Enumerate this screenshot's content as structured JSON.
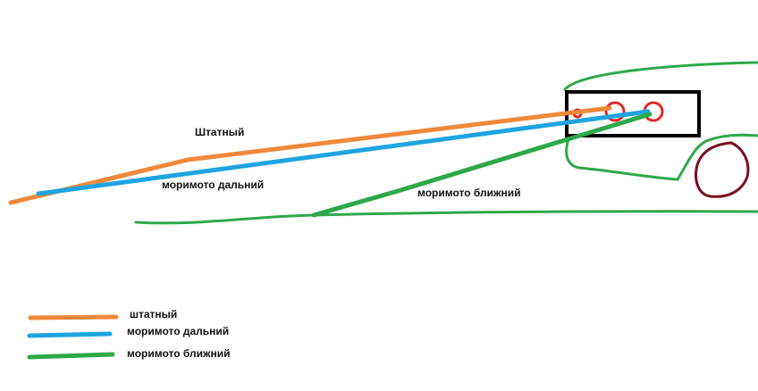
{
  "labels": {
    "stock_beam": "Штатный",
    "far_beam": "моримото дальний",
    "near_beam": "моримото ближний"
  },
  "legend": [
    {
      "label": "штатный",
      "color": "#f0883a"
    },
    {
      "label": "моримото дальний",
      "color": "#1ea4e0"
    },
    {
      "label": "моримото ближний",
      "color": "#2ea84a"
    }
  ],
  "colors": {
    "stock": "#f0883a",
    "far": "#1ea4e0",
    "near": "#2ea84a",
    "car_outline": "#2ea84a",
    "headlight_box": "#000000",
    "lamp": "#e02828",
    "wheel": "#7a1020"
  }
}
